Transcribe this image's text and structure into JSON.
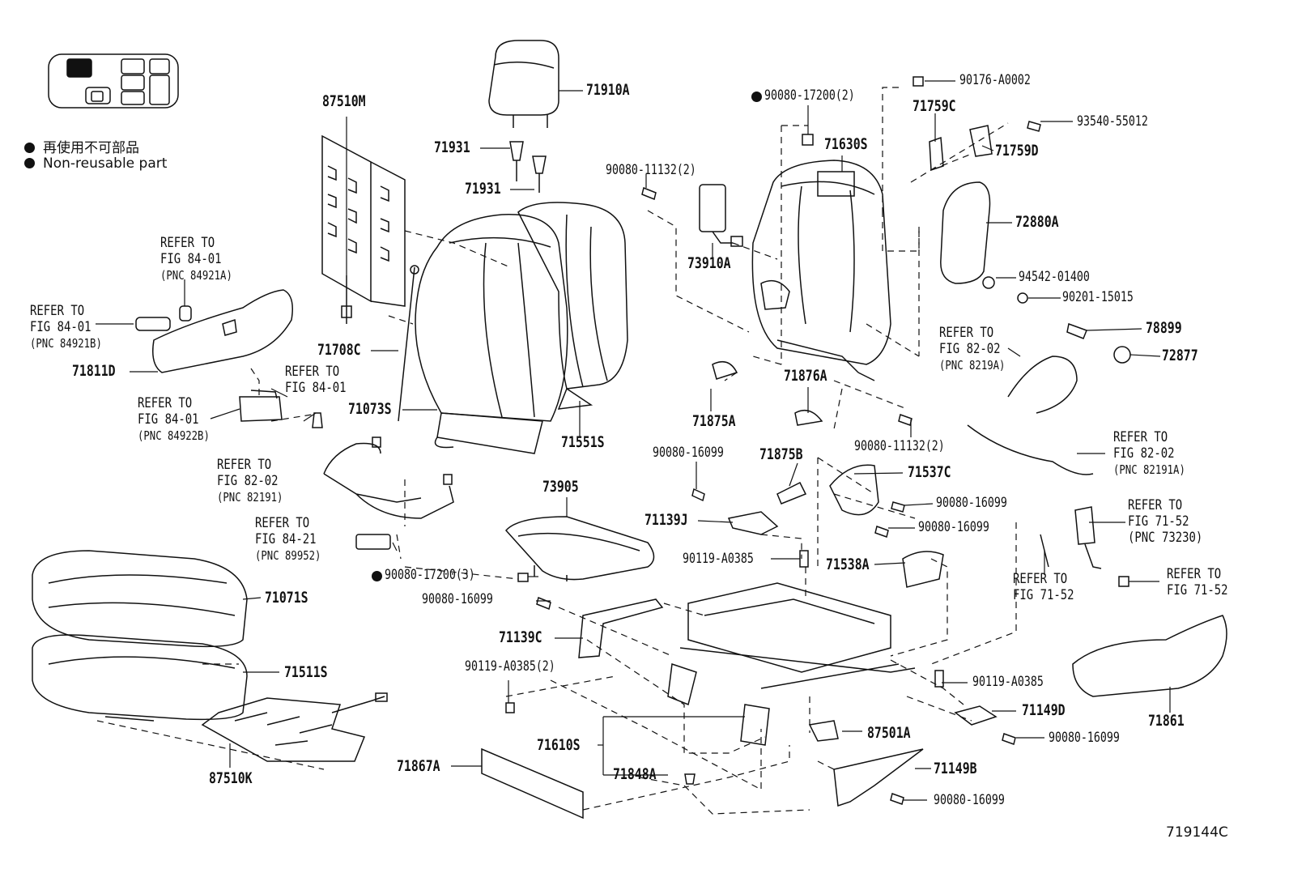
{
  "legend": {
    "japanese": "再使用不可部品",
    "english": "Non-reusable part"
  },
  "figure_code": "719144C",
  "parts": {
    "p71910A": "71910A",
    "p71931a": "71931",
    "p71931b": "71931",
    "p87510M": "87510M",
    "p71708C": "71708C",
    "p71073S": "71073S",
    "p71551S": "71551S",
    "p71811D": "71811D",
    "p73910A": "73910A",
    "p71630S": "71630S",
    "p71759C": "71759C",
    "p71759D": "71759D",
    "p72880A": "72880A",
    "p78899": "78899",
    "p72877": "72877",
    "p71875A": "71875A",
    "p71876A": "71876A",
    "p71875B": "71875B",
    "p71537C": "71537C",
    "p71139J": "71139J",
    "p73905": "73905",
    "p71538A": "71538A",
    "p71071S": "71071S",
    "p71511S": "71511S",
    "p87510K": "87510K",
    "p71139C": "71139C",
    "p71610S": "71610S",
    "p71867A": "71867A",
    "p71848A": "71848A",
    "p87501A": "87501A",
    "p71149D": "71149D",
    "p71149B": "71149B",
    "p71861": "71861",
    "b90176": "90176-A0002",
    "b90080_17200_2": "90080-17200(2)",
    "b93540": "93540-55012",
    "b90080_11132_a": "90080-11132(2)",
    "b94542": "94542-01400",
    "b90201": "90201-15015",
    "b90080_11132_b": "90080-11132(2)",
    "b90080_16099_a": "90080-16099",
    "b90080_16099_b": "90080-16099",
    "b90080_16099_c": "90080-16099",
    "b90119_a": "90119-A0385",
    "b90080_17200_3": "90080-17200(3)",
    "b90080_16099_d": "90080-16099",
    "b90119_2": "90119-A0385(2)",
    "b90119_b": "90119-A0385",
    "b90080_16099_e": "90080-16099",
    "b90080_16099_f": "90080-16099"
  },
  "refs": {
    "r1": {
      "line1": "REFER TO",
      "line2": "FIG 84-01",
      "line3": "(PNC 84921A)"
    },
    "r2": {
      "line1": "REFER TO",
      "line2": "FIG 84-01",
      "line3": "(PNC 84921B)"
    },
    "r3": {
      "line1": "REFER TO",
      "line2": "FIG 84-01"
    },
    "r4": {
      "line1": "REFER TO",
      "line2": "FIG 84-01",
      "line3": "(PNC 84922B)"
    },
    "r5": {
      "line1": "REFER TO",
      "line2": "FIG 82-02",
      "line3": "(PNC 82191)"
    },
    "r6": {
      "line1": "REFER TO",
      "line2": "FIG 84-21",
      "line3": "(PNC 89952)"
    },
    "r7": {
      "line1": "REFER TO",
      "line2": "FIG 82-02",
      "line3": "(PNC 8219A)"
    },
    "r8": {
      "line1": "REFER TO",
      "line2": "FIG 82-02",
      "line3": "(PNC 82191A)"
    },
    "r9": {
      "line1": "REFER TO",
      "line2": "FIG 71-52",
      "line3": "(PNC 73230)"
    },
    "r10": {
      "line1": "REFER TO",
      "line2": "FIG 71-52"
    },
    "r11": {
      "line1": "REFER TO",
      "line2": "FIG 71-52"
    }
  }
}
